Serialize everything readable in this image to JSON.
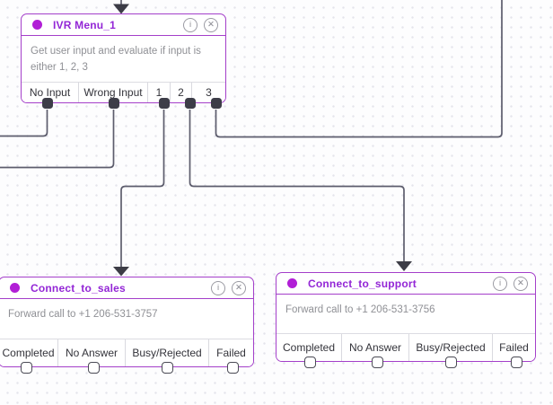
{
  "canvas": {
    "grid": "dotted",
    "background": "#fdfdfe",
    "grid_dot_color": "#e5e5ec"
  },
  "colors": {
    "widget_border": "#a43fca",
    "widget_title": "#9326d6",
    "status_dot": "#b11fd6",
    "connector_line": "#5d5d6d",
    "arrowhead": "#3c3c46",
    "body_text": "#8f9095",
    "output_label": "#33333a",
    "port_connected_fill": "#3d3d48"
  },
  "icons": {
    "info": "i",
    "close": "✕"
  },
  "nodes": [
    {
      "title": "IVR Menu_1",
      "description": "Get user input and evaluate if input is either 1, 2, 3",
      "outputs": [
        {
          "label": "No Input",
          "connected": true
        },
        {
          "label": "Wrong Input",
          "connected": true
        },
        {
          "label": "1",
          "connected": true
        },
        {
          "label": "2",
          "connected": true
        },
        {
          "label": "3",
          "connected": true
        }
      ]
    },
    {
      "title": "Connect_to_sales",
      "description": "Forward call to +1 206-531-3757",
      "outputs": [
        {
          "label": "Completed",
          "connected": false
        },
        {
          "label": "No Answer",
          "connected": false
        },
        {
          "label": "Busy/Rejected",
          "connected": false
        },
        {
          "label": "Failed",
          "connected": false
        }
      ]
    },
    {
      "title": "Connect_to_support",
      "description": "Forward call to +1 206-531-3756",
      "outputs": [
        {
          "label": "Completed",
          "connected": false
        },
        {
          "label": "No Answer",
          "connected": false
        },
        {
          "label": "Busy/Rejected",
          "connected": false
        },
        {
          "label": "Failed",
          "connected": false
        }
      ]
    }
  ],
  "connections": [
    {
      "from": "offscreen-top",
      "to": "IVR Menu_1"
    },
    {
      "from": "IVR Menu_1 / No Input",
      "to": "offscreen-left"
    },
    {
      "from": "IVR Menu_1 / Wrong Input",
      "to": "offscreen-left"
    },
    {
      "from": "IVR Menu_1 / 1",
      "to": "Connect_to_sales"
    },
    {
      "from": "IVR Menu_1 / 2",
      "to": "Connect_to_support"
    },
    {
      "from": "IVR Menu_1 / 3",
      "to": "offscreen-top-right"
    }
  ]
}
